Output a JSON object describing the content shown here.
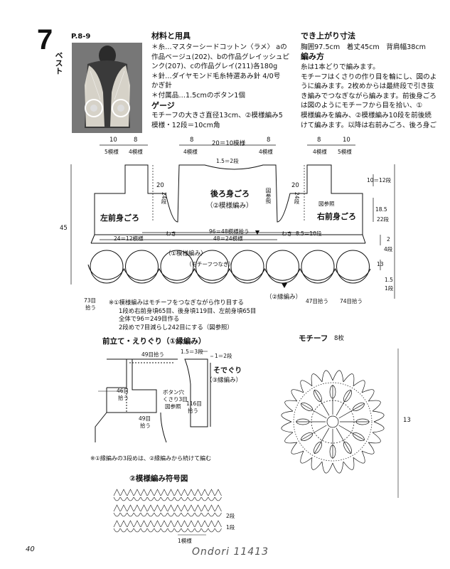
{
  "header": {
    "number": "7",
    "vertical_title": "ベスト",
    "page_ref": "P.8-9"
  },
  "materials": {
    "heading": "材料と用具",
    "lines": [
      "＊糸…マスターシードコットン〈ラメ〉 aの",
      "作品ベージュ(202)、bの作品グレイッシュピ",
      "ンク(207)、cの作品グレイ(211)各180g",
      "＊針…ダイヤモンド毛糸特選あみ針 4/0号",
      "かぎ針",
      "＊付属品…1.5cmのボタン1個"
    ],
    "gauge_heading": "ゲージ",
    "gauge_lines": [
      "モチーフの大きさ直径13cm、②模様編み5",
      "模様・12段＝10cm角"
    ]
  },
  "finished": {
    "heading": "でき上がり寸法",
    "line": "胸囲97.5cm　着丈45cm　背肩幅38cm",
    "method_heading": "編み方",
    "method_lines": [
      "糸は1本どりで編みます。",
      "モチーフはくさりの作り目を輪にし、図のよ",
      "うに編みます。2枚めからは最終段で引き抜",
      "き編みでつなぎながら編みます。前後身ごろ",
      "は図のようにモチーフから目を拾い、①",
      "模様編みを編み、②模様編み10段を前後続",
      "けて編みます。以降は右前みごろ、後ろ身ご"
    ]
  },
  "diagram": {
    "top_left_a": "10",
    "top_left_a2": "5模様",
    "top_left_b": "8",
    "top_left_b2": "4模様",
    "top_mid_a": "8",
    "top_mid_a2": "4模様",
    "top_mid_b": "20＝10模様",
    "top_mid_c": "8",
    "top_mid_c2": "4模様",
    "top_right_a": "8",
    "top_right_a2": "4模様",
    "top_right_b": "10",
    "top_right_b2": "5模様",
    "neck": "1.5＝2段",
    "left_20": "20",
    "left_24": "24段",
    "right_20": "20",
    "right_24": "24段",
    "back_label": "後ろ身ごろ",
    "back_pattern": "（②模様編み）",
    "ref_fig1": "図参照",
    "ref_fig2": "図参照",
    "left_front": "左前身ごろ",
    "right_front": "右前身ごろ",
    "waki1": "わき",
    "waki2": "わき",
    "pick96": "96＝48模様拾う",
    "pick24": "24＝12模様",
    "pick48": "48＝24模様",
    "pick85": "8.5＝10段",
    "pat1": "（①模様編み）",
    "motif_join": "（モチーフつなぎ）",
    "edge2": "（②縁編み）",
    "pick73a": "73目",
    "pick73b": "拾う",
    "pick47": "47目拾う",
    "pick74": "74目拾う",
    "dim45": "45",
    "r_10": "10＝12段",
    "r_185": "18.5",
    "r_22": "22段",
    "r_2": "2",
    "r_4": "4段",
    "r_13": "13",
    "r_15": "1.5",
    "r_1": "1段"
  },
  "notes": [
    "※①模様編みはモチーフをつなぎながら作り目する",
    "1段め右前身頃65目、後身頃119目、左前身頃65目",
    "全体で96＝249目作る",
    "2段めで7目減らし242目にする（図参照）"
  ],
  "front_band": {
    "title": "前立て・えりぐり（①縁編み）",
    "pick49a": "49目拾う",
    "n15": "1.5＝3段",
    "n1": "1＝2段",
    "sleeve_title": "そでぐり",
    "sleeve_sub": "（③縁編み）",
    "pick46a": "46目",
    "pick46b": "拾う",
    "button1": "ボタン穴",
    "button2": "くさり3目",
    "button3": "図参照",
    "pick116a": "116目",
    "pick116b": "拾う",
    "pick49b1": "49目",
    "pick49b2": "拾う",
    "note": "※①縁編みの3段めは、②縁編みから続けて編む"
  },
  "motif": {
    "title": "モチーフ",
    "count": "8枚",
    "dim": "13"
  },
  "stitch_chart": {
    "title": "②模様編み符号図",
    "r2": "2段",
    "r1": "1段",
    "rep": "1模様"
  },
  "footer": {
    "page_num": "40",
    "watermark": "Ondori 11413"
  }
}
